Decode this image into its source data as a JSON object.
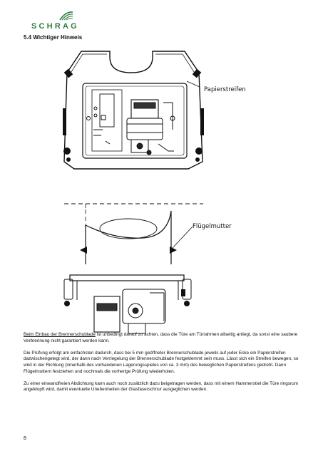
{
  "header": {
    "brand": "SCHRAG"
  },
  "section": {
    "title": "5.4 Wichtiger Hinweis"
  },
  "figure_top": {
    "callout": "Papierstreifen"
  },
  "figure_bottom": {
    "callout": "Flügelmutter"
  },
  "body": {
    "p1_underlined": "Beim Einbau der Brennerschublade",
    "p1_rest": " ist unbedingt darauf zu achten, dass die Türe am Türrahmen allseitig anliegt, da sonst eine saubere Verbrennung nicht garantiert werden kann.",
    "p2": "Die Prüfung erfolgt am einfachsten dadurch, dass bei 5 mm geöffneter Brennerschublade jeweils auf jeder Ecke ein Papierstreifen dazwischengelegt wird, der dann nach Verriegelung der Brennerschublade festgeklemmt sein muss. Lässt sich ein Streifen bewegen, so wird in der Richtung (innerhalb des vorhandenen Lagerungsspieles von ca. 3 mm) des beweglichen Papierstreifens gedreht. Dann Flügelmuttern festziehen und nochmals die vorherige Prüfung wiederholen.",
    "p3": "Zu einer einwandfreien Abdichtung kann auch noch zusätzlich dazu beigetragen werden, dass mit einem Hammerstiel die Türe ringsrum angeklopft wird, damit eventuelle Unebenheiten der Glasfaserschnur ausgeglichen werden."
  },
  "footer": {
    "page_number": "8"
  }
}
